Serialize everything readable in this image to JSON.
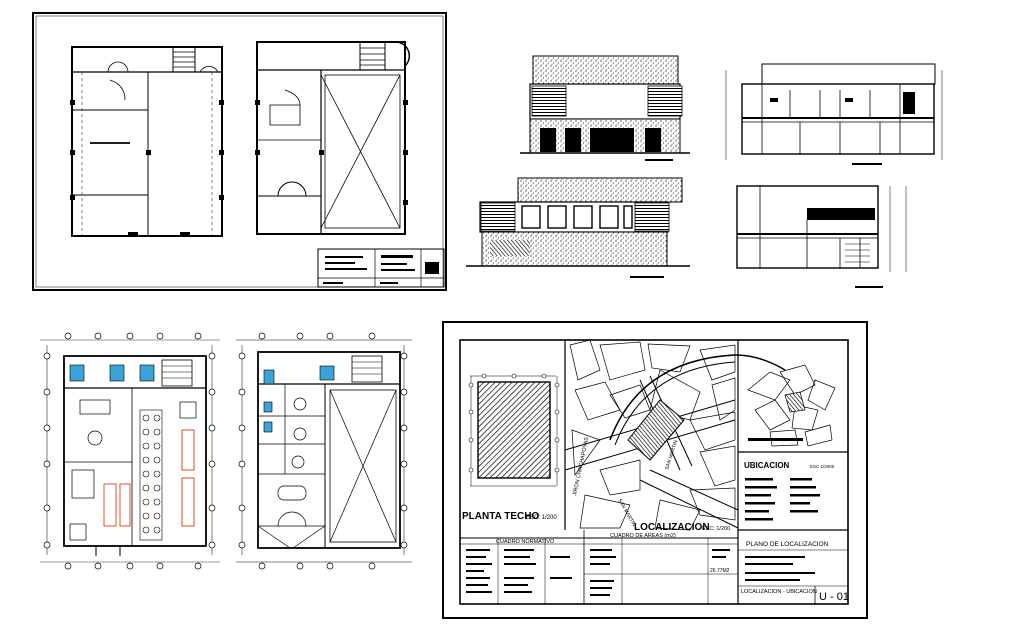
{
  "sheet": {
    "roof_plan_title": "PLANTA TECHO",
    "roof_plan_scale": "ESC: 1/200",
    "location_title": "LOCALIZACION",
    "location_scale": "ESC: 1/200",
    "ubicacion_title": "UBICACION",
    "ubicacion_scale": "ESC 1/2000",
    "street_1": "SAN MARTIN",
    "street_2": "JIRON CHACHAPOYAS",
    "street_3": "SAN MARTIN",
    "table_normativo": "CUADRO NORMATIVO",
    "table_areas": "CUADRO DE AREAS (m2)",
    "area_total": "26.77M2",
    "plan_name": "PLANO DE LOCALIZACION",
    "sheet_caption": "LOCALIZACION - UBICACION",
    "sheet_number": "U - 01"
  }
}
